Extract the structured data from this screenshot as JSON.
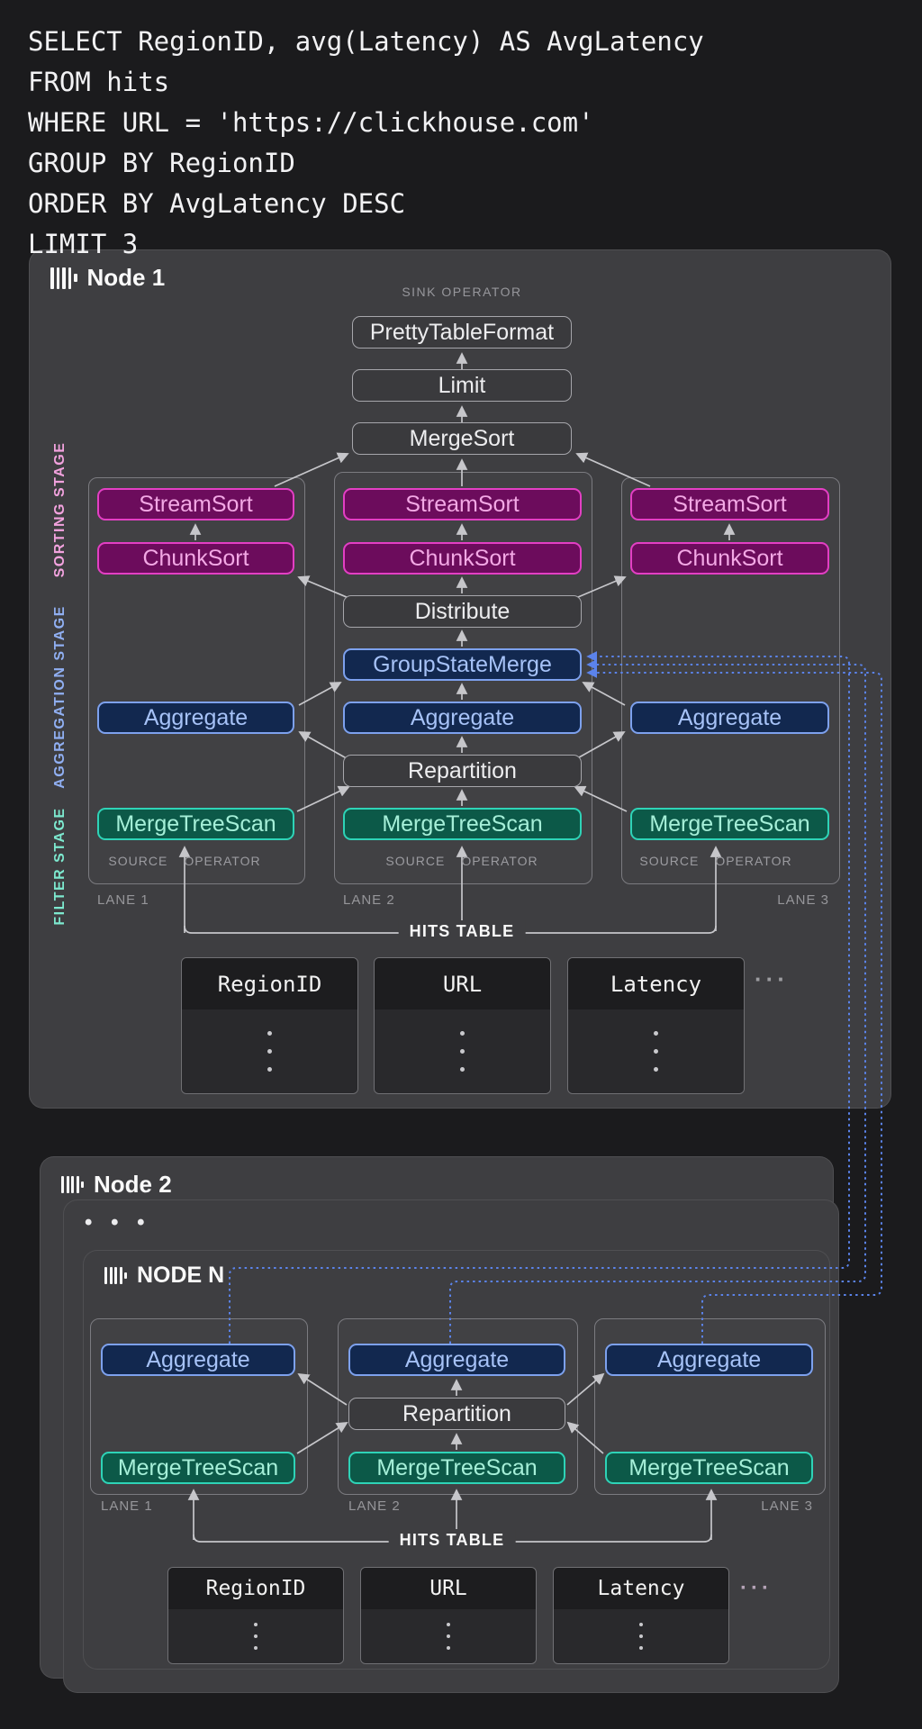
{
  "query": {
    "lines": [
      "SELECT RegionID, avg(Latency) AS AvgLatency",
      "FROM hits",
      "WHERE URL = 'https://clickhouse.com'",
      "GROUP BY RegionID",
      "ORDER BY AvgLatency DESC",
      "LIMIT 3"
    ]
  },
  "node1": {
    "title": "Node 1",
    "sink_operator_label": "SINK OPERATOR",
    "sink_ops": {
      "pretty_table_format": "PrettyTableFormat",
      "limit": "Limit",
      "merge_sort": "MergeSort"
    },
    "stages": {
      "sorting": "SORTING STAGE",
      "aggregation": "AGGREGATION STAGE",
      "filter": "FILTER STAGE"
    },
    "operators": {
      "stream_sort": "StreamSort",
      "chunk_sort": "ChunkSort",
      "distribute": "Distribute",
      "group_state_merge": "GroupStateMerge",
      "aggregate": "Aggregate",
      "repartition": "Repartition",
      "merge_tree_scan": "MergeTreeScan"
    },
    "source_operator": {
      "word1": "SOURCE",
      "word2": "OPERATOR"
    },
    "lane_labels": [
      "LANE 1",
      "LANE 2",
      "LANE 3"
    ],
    "hits_table_label": "HITS TABLE",
    "table": {
      "columns": [
        "RegionID",
        "URL",
        "Latency"
      ],
      "more": "···"
    }
  },
  "node2": {
    "title": "Node 2",
    "ellipsis": "• • •"
  },
  "nodeN": {
    "title": "NODE N",
    "operators": {
      "aggregate": "Aggregate",
      "repartition": "Repartition",
      "merge_tree_scan": "MergeTreeScan"
    },
    "lane_labels": [
      "LANE 1",
      "LANE 2",
      "LANE 3"
    ],
    "hits_table_label": "HITS TABLE",
    "table": {
      "columns": [
        "RegionID",
        "URL",
        "Latency"
      ],
      "more": "···"
    }
  },
  "colors": {
    "background": "#1b1b1d",
    "panel": "#3e3e41",
    "sort_stage": "#f2a2de",
    "aggregation_stage": "#90aff2",
    "filter_stage": "#7de9cf",
    "magenta_border": "#e33fc4",
    "navy_border": "#7da1ee",
    "teal_border": "#2ed3b7",
    "arrow": "#c6c6ca",
    "remote_link": "#5b83eb"
  }
}
